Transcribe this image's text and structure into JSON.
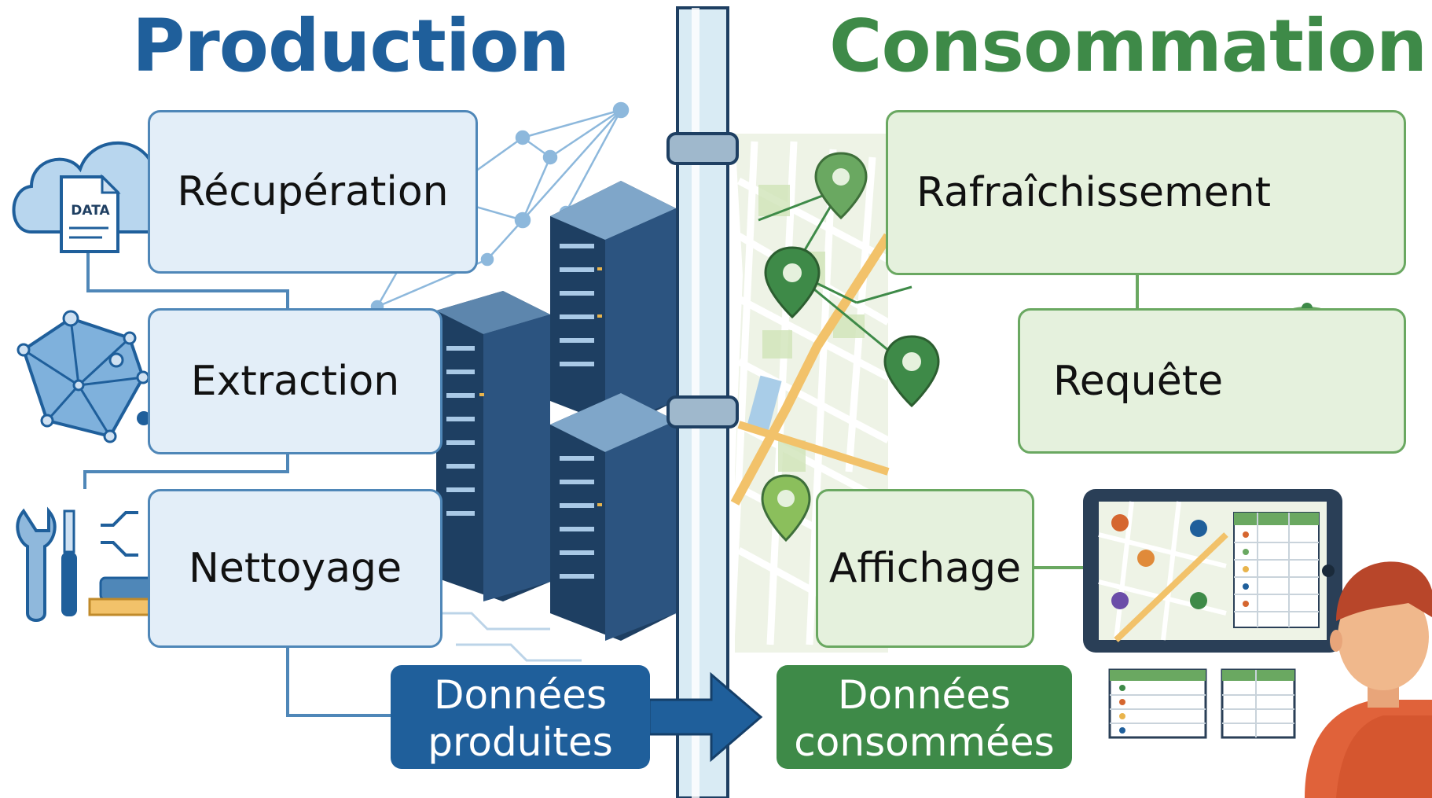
{
  "titles": {
    "production": "Production",
    "consumption": "Consommation"
  },
  "production_steps": [
    {
      "label": "Récupération",
      "icon": "data-cloud-icon"
    },
    {
      "label": "Extraction",
      "icon": "network-polygon-icon"
    },
    {
      "label": "Nettoyage",
      "icon": "cleaning-tools-icon"
    }
  ],
  "consumption_steps": [
    {
      "label": "Rafraîchissement",
      "icon": "refresh-icon"
    },
    {
      "label": "Requête",
      "icon": "map-search-icon"
    },
    {
      "label": "Affichage",
      "icon": "tablet-map-icon"
    }
  ],
  "data_icon_label": "DATA",
  "outputs": {
    "produced": [
      "Données",
      "produites"
    ],
    "consumed": [
      "Données",
      "consommées"
    ]
  },
  "colors": {
    "production": "#1f5f9b",
    "consumption": "#3e8a48",
    "production_box": "#e3eef8",
    "consumption_box": "#e5f1dd"
  }
}
